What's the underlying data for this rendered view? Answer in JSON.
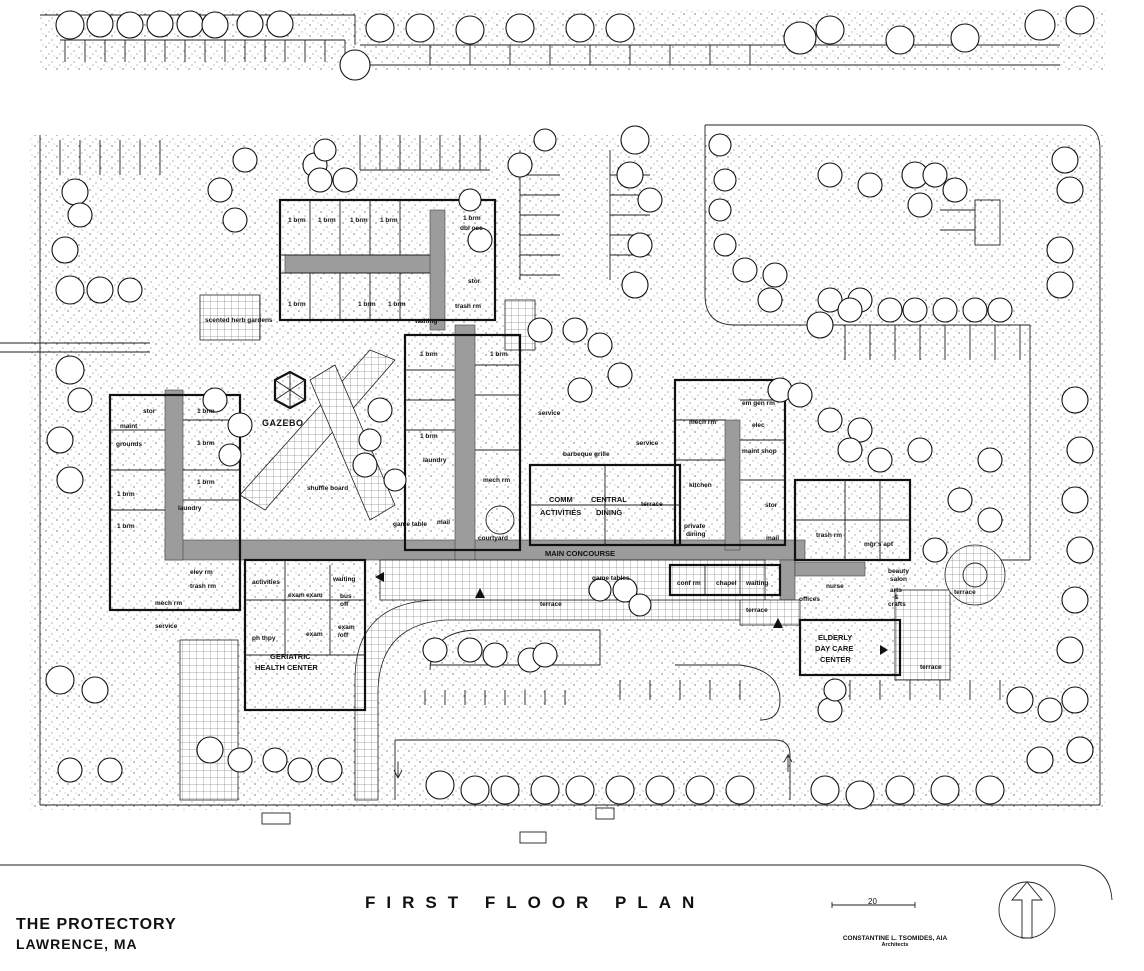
{
  "title": "FIRST FLOOR PLAN",
  "project": {
    "name": "THE PROTECTORY",
    "location": "LAWRENCE, MA"
  },
  "architect": {
    "name": "CONSTANTINE L. TSOMIDES, AIA",
    "role": "Architects"
  },
  "scale": {
    "label": "20"
  },
  "icons": {
    "north_arrow": "north-arrow-icon",
    "entry_arrows": "entry-arrow-icon"
  },
  "labels": {
    "brm": "1 brm",
    "dbl_occ": "dbl occ",
    "stor": "stor",
    "trash_rm": "trash rm",
    "waiting": "waiting",
    "gazebo": "GAZEBO",
    "shuffle_board": "shuffle board",
    "herb_gardens": "scented herb gardens",
    "maint": "maint",
    "grounds": "grounds",
    "laundry": "laundry",
    "mech_rm": "mech rm",
    "game_table": "game table",
    "mail": "mail",
    "courtyard": "courtyard",
    "service": "service",
    "barbeque_grille": "barbeque grille",
    "comm_activities": [
      "COMM",
      "ACTIVITIES"
    ],
    "central_dining": [
      "CENTRAL",
      "DINING"
    ],
    "terrace": "terrace",
    "kitchen": "kitchen",
    "private_dining": [
      "private",
      "dining"
    ],
    "em_gen_rm": "em gen rm",
    "elec": "elec",
    "maint_shop": "maint shop",
    "mgrs_apt": "mgr's apt",
    "main_concourse": "MAIN CONCOURSE",
    "elev_rm": "elev rm",
    "activities": "activities",
    "exam": "exam",
    "bus_off": [
      "bus",
      "off"
    ],
    "exam_off": [
      "exam",
      "/off"
    ],
    "ph_thpy": "ph thpy",
    "geriatric_health_center": [
      "GERIATRIC",
      "HEALTH CENTER"
    ],
    "game_tables": "game tables",
    "conf_rm": "conf rm",
    "chapel": "chapel",
    "offices": "offices",
    "nurse": "nurse",
    "beauty_salon": [
      "beauty",
      "salon"
    ],
    "arts_crafts": [
      "arts",
      "&",
      "crafts"
    ],
    "elderly_day_care_center": [
      "ELDERLY",
      "DAY CARE",
      "CENTER"
    ]
  }
}
